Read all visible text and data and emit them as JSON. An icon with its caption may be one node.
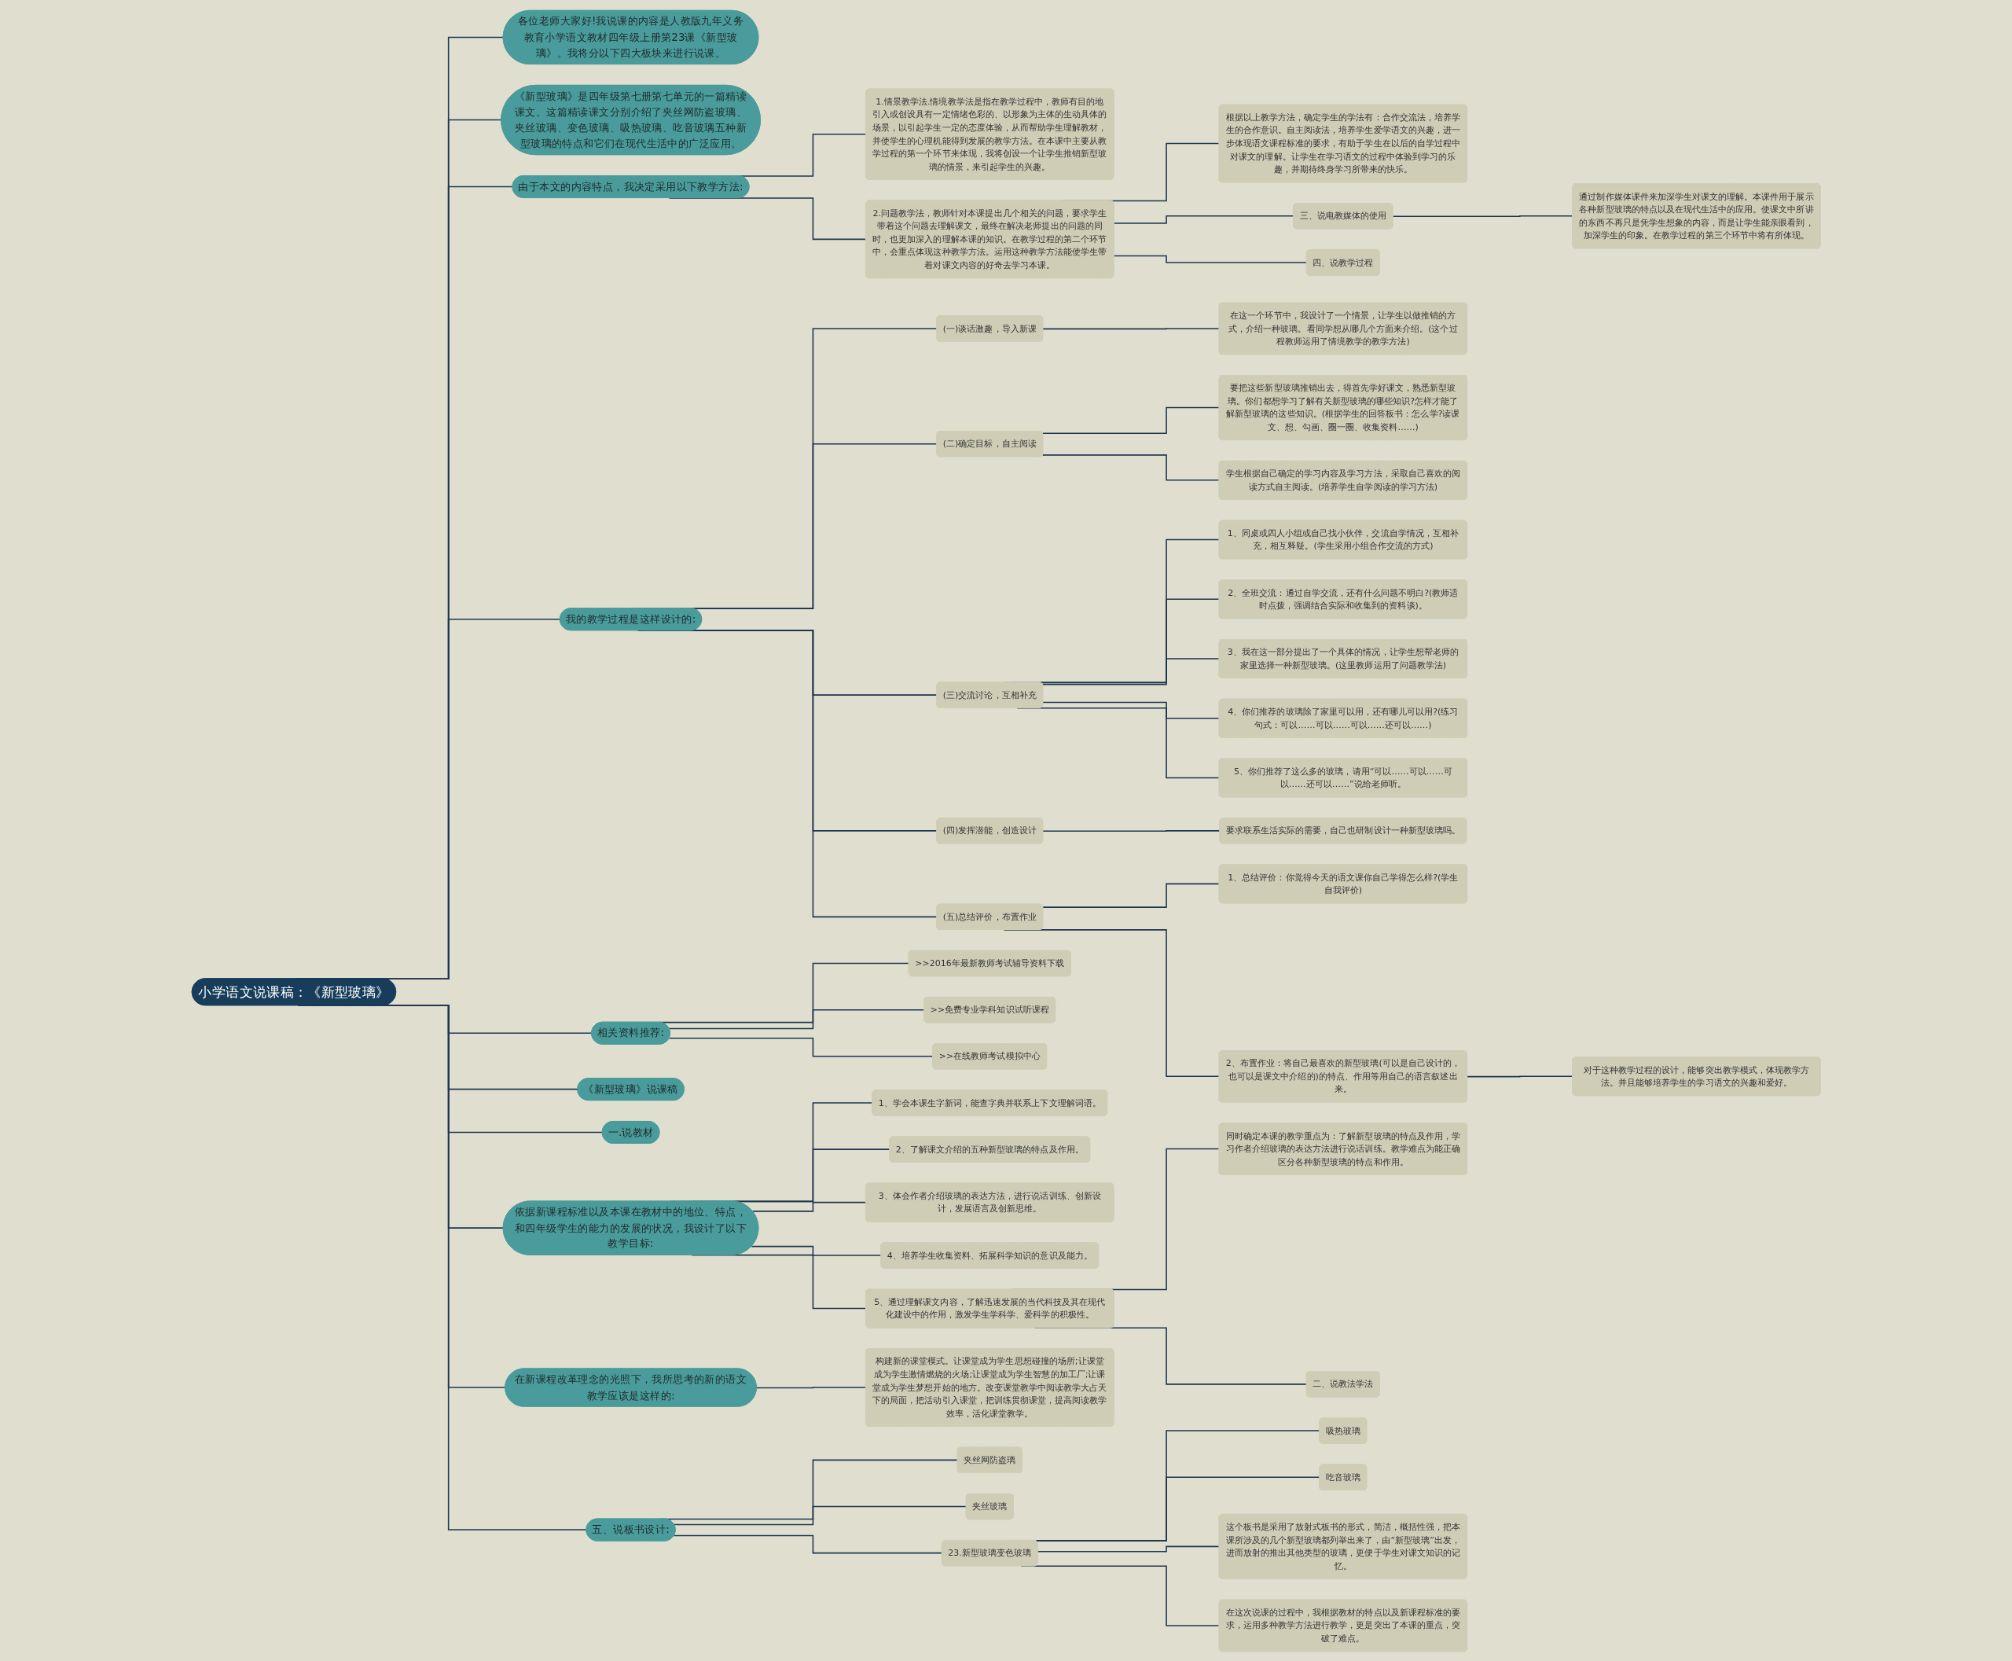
{
  "diagram": {
    "nodes": [
      {
        "text": [
          "小学语文说课稿：《新型玻璃》"
        ]
      },
      {
        "text": [
          "各位老师大家好!我说课的内容是人教版九年义务教育小学语文教材四年级上册第23课《新型玻璃》。我将分以下四大板块来进行说课。"
        ]
      },
      {
        "text": [
          "《新型玻璃》是四年级第七册第七单元的一篇精读课文。这篇精读课文分别介绍了夹丝网防盗玻璃、夹丝玻璃、变色玻璃、吸热玻璃、吃音玻璃五种新型玻璃的特点和它们在现代生活中的广泛应用。"
        ]
      },
      {
        "text": [
          "由于本文的内容特点，我决定采用以下教学方法:"
        ]
      },
      {
        "text": [
          "1.情景教学法.情境教学法是指在教学过程中，教师有目的地引入或创设具有一定情绪色彩的、以形象为主体的生动具体的场景，以引起学生一定的态度体验，从而帮助学生理解教材，并使学生的心理机能得到发展的教学方法。在本课中主要从教学过程的第一个环节来体现，我将创设一个让学生推销新型玻璃的情景，来引起学生的兴趣。"
        ]
      },
      {
        "text": [
          "2.问题教学法，教师针对本课提出几个相关的问题，要求学生带着这个问题去理解课文，最终在解决老师提出的问题的同时，也更加深入的理解本课的知识。在教学过程的第二个环节中，会重点体现这种教学方法。运用这种教学方法能使学生带着对课文内容的好奇去学习本课。"
        ]
      },
      {
        "text": [
          "根据以上教学方法，确定学生的学法有：合作交流法，培养学生的合作意识。自主阅读法，培养学生爱学语文的兴趣，进一步体现语文课程标准的要求，有助于学生在以后的自学过程中对课文的理解。让学生在学习语文的过程中体验到学习的乐趣，并期待终身学习所带来的快乐。"
        ]
      },
      {
        "text": [
          "三、说电教媒体的使用"
        ]
      },
      {
        "text": [
          "通过制作媒体课件来加深学生对课文的理解。本课件用于展示各种新型玻璃的特点以及在现代生活中的应用。使课文中所讲的东西不再只是凭学生想象的内容，而是让学生能亲眼看到，加深学生的印象。在教学过程的第三个环节中将有所体现。"
        ]
      },
      {
        "text": [
          "四、说教学过程"
        ]
      },
      {
        "text": [
          "我的教学过程是这样设计的:"
        ]
      },
      {
        "text": [
          "(一)谈话激趣，导入新课"
        ]
      },
      {
        "text": [
          "在这一个环节中，我设计了一个情景，让学生以做推销的方式，介绍一种玻璃。看同学想从哪几个方面来介绍。(这个过程教师运用了情境教学的教学方法)"
        ]
      },
      {
        "text": [
          "(二)确定目标，自主阅读"
        ]
      },
      {
        "text": [
          "要把这些新型玻璃推销出去，得首先学好课文，熟悉新型玻璃。你们都想学习了解有关新型玻璃的哪些知识?怎样才能了解新型玻璃的这些知识。(根据学生的回答板书：怎么学?读课文、想、勾画、圈一圈、收集资料……)"
        ]
      },
      {
        "text": [
          "学生根据自己确定的学习内容及学习方法，采取自己喜欢的阅读方式自主阅读。(培养学生自学阅读的学习方法)"
        ]
      },
      {
        "text": [
          "(三)交流讨论，互相补充"
        ]
      },
      {
        "text": [
          "1、同桌或四人小组或自己找小伙伴，交流自学情况，互相补充，相互释疑。(学生采用小组合作交流的方式)"
        ]
      },
      {
        "text": [
          "2、全班交流：通过自学交流，还有什么问题不明白?(教师适时点拨，强调结合实际和收集到的资料谈)。"
        ]
      },
      {
        "text": [
          "3、我在这一部分提出了一个具体的情况，让学生想帮老师的家里选择一种新型玻璃。(这里教师运用了问题教学法)"
        ]
      },
      {
        "text": [
          "4、你们推荐的玻璃除了家里可以用，还有哪儿可以用?(练习句式：可以……可以……可以……还可以……)"
        ]
      },
      {
        "text": [
          "5、你们推荐了这么多的玻璃，请用“可以……可以……可以……还可以……”说给老师听。"
        ]
      },
      {
        "text": [
          "(四)发挥潜能，创造设计"
        ]
      },
      {
        "text": [
          "要求联系生活实际的需要，自己也研制设计一种新型玻璃吗。"
        ]
      },
      {
        "text": [
          "(五)总结评价，布置作业"
        ]
      },
      {
        "text": [
          "1、总结评价：你觉得今天的语文课你自己学得怎么样?(学生自我评价)"
        ]
      },
      {
        "text": [
          "2、布置作业：将自己最喜欢的新型玻璃(可以是自己设计的，也可以是课文中介绍的)的特点、作用等用自己的语言叙述出来。"
        ]
      },
      {
        "text": [
          "对于这种教学过程的设计，能够突出教学模式，体现教学方法。并且能够培养学生的学习语文的兴趣和爱好。"
        ]
      },
      {
        "text": [
          "相关资料推荐:"
        ]
      },
      {
        "text": [
          ">>2016年最新教师考试辅导资料下载"
        ]
      },
      {
        "text": [
          ">>免费专业学科知识试听课程"
        ]
      },
      {
        "text": [
          ">>在线教师考试模拟中心"
        ]
      },
      {
        "text": [
          "《新型玻璃》说课稿"
        ]
      },
      {
        "text": [
          "一.说教材"
        ]
      },
      {
        "text": [
          "依据新课程标准以及本课在教材中的地位、特点，和四年级学生的能力的发展的状况，我设计了以下教学目标:"
        ]
      },
      {
        "text": [
          "1、学会本课生字新词，能查字典并联系上下文理解词语。"
        ]
      },
      {
        "text": [
          "2、了解课文介绍的五种新型玻璃的特点及作用。"
        ]
      },
      {
        "text": [
          "3、体会作者介绍玻璃的表达方法，进行说话训练、创新设计，发展语言及创新思维。"
        ]
      },
      {
        "text": [
          "4、培养学生收集资料、拓展科学知识的意识及能力。"
        ]
      },
      {
        "text": [
          "5、通过理解课文内容，了解迅速发展的当代科技及其在现代化建设中的作用，激发学生学科学、爱科学的积极性。"
        ]
      },
      {
        "text": [
          "同时确定本课的教学重点为：了解新型玻璃的特点及作用，学习作者介绍玻璃的表达方法进行说话训练。教学难点为能正确区分各种新型玻璃的特点和作用。"
        ]
      },
      {
        "text": [
          "二、说教法学法"
        ]
      },
      {
        "text": [
          "在新课程改革理念的光照下，我所思考的新的语文教学应该是这样的:"
        ]
      },
      {
        "text": [
          "构建新的课堂模式。让课堂成为学生思想碰撞的场所;让课堂成为学生激情燃烧的火场;让课堂成为学生智慧的加工厂;让课堂成为学生梦想开始的地方。改变课堂教学中阅读教学大占天下的局面，把活动引入课堂，把训练贯彻课堂，提高阅读教学效率，活化课堂教学。"
        ]
      },
      {
        "text": [
          "五、说板书设计:"
        ]
      },
      {
        "text": [
          "夹丝网防盗璃"
        ]
      },
      {
        "text": [
          "夹丝玻璃"
        ]
      },
      {
        "text": [
          "23.新型玻璃变色玻璃"
        ]
      },
      {
        "text": [
          "吸热玻璃"
        ]
      },
      {
        "text": [
          "吃音玻璃"
        ]
      },
      {
        "text": [
          "这个板书是采用了放射式板书的形式，简洁，概括性强，把本课所涉及的几个新型玻璃都列举出来了，由“新型玻璃”出发，进而放射的推出其他类型的玻璃，更便于学生对课文知识的记忆。"
        ]
      },
      {
        "text": [
          "在这次说课的过程中，我根据教材的特点以及新课程标准的要求，运用多种教学方法进行教学，更是突出了本课的重点，突破了难点。"
        ]
      }
    ],
    "edges": [
      {
        "from": 0,
        "to": 1,
        "arrow": "none"
      },
      {
        "from": 0,
        "to": 2,
        "arrow": "none"
      },
      {
        "from": 0,
        "to": 3,
        "arrow": "none"
      },
      {
        "from": 3,
        "to": 4,
        "arrow": "none"
      },
      {
        "from": 3,
        "to": 5,
        "arrow": "none"
      },
      {
        "from": 5,
        "to": 6,
        "arrow": "none"
      },
      {
        "from": 5,
        "to": 7,
        "arrow": "none"
      },
      {
        "from": 7,
        "to": 8,
        "arrow": "none"
      },
      {
        "from": 5,
        "to": 9,
        "arrow": "none"
      },
      {
        "from": 0,
        "to": 10,
        "arrow": "none"
      },
      {
        "from": 10,
        "to": 11,
        "arrow": "none"
      },
      {
        "from": 11,
        "to": 12,
        "arrow": "none"
      },
      {
        "from": 10,
        "to": 13,
        "arrow": "none"
      },
      {
        "from": 13,
        "to": 14,
        "arrow": "none"
      },
      {
        "from": 13,
        "to": 15,
        "arrow": "none"
      },
      {
        "from": 10,
        "to": 16,
        "arrow": "none"
      },
      {
        "from": 16,
        "to": 17,
        "arrow": "none"
      },
      {
        "from": 16,
        "to": 18,
        "arrow": "none"
      },
      {
        "from": 16,
        "to": 19,
        "arrow": "none"
      },
      {
        "from": 16,
        "to": 20,
        "arrow": "none"
      },
      {
        "from": 16,
        "to": 21,
        "arrow": "none"
      },
      {
        "from": 10,
        "to": 22,
        "arrow": "none"
      },
      {
        "from": 22,
        "to": 23,
        "arrow": "none"
      },
      {
        "from": 10,
        "to": 24,
        "arrow": "none"
      },
      {
        "from": 24,
        "to": 25,
        "arrow": "none"
      },
      {
        "from": 24,
        "to": 26,
        "arrow": "none"
      },
      {
        "from": 26,
        "to": 27,
        "arrow": "none"
      },
      {
        "from": 0,
        "to": 28,
        "arrow": "none"
      },
      {
        "from": 28,
        "to": 29,
        "arrow": "none"
      },
      {
        "from": 28,
        "to": 30,
        "arrow": "none"
      },
      {
        "from": 28,
        "to": 31,
        "arrow": "none"
      },
      {
        "from": 0,
        "to": 32,
        "arrow": "none"
      },
      {
        "from": 0,
        "to": 33,
        "arrow": "none"
      },
      {
        "from": 0,
        "to": 34,
        "arrow": "none"
      },
      {
        "from": 34,
        "to": 35,
        "arrow": "none"
      },
      {
        "from": 34,
        "to": 36,
        "arrow": "none"
      },
      {
        "from": 34,
        "to": 37,
        "arrow": "none"
      },
      {
        "from": 34,
        "to": 38,
        "arrow": "none"
      },
      {
        "from": 34,
        "to": 39,
        "arrow": "none"
      },
      {
        "from": 39,
        "to": 40,
        "arrow": "none"
      },
      {
        "from": 39,
        "to": 41,
        "arrow": "none"
      },
      {
        "from": 0,
        "to": 42,
        "arrow": "none"
      },
      {
        "from": 42,
        "to": 43,
        "arrow": "none"
      },
      {
        "from": 0,
        "to": 44,
        "arrow": "none"
      },
      {
        "from": 44,
        "to": 45,
        "arrow": "none"
      },
      {
        "from": 44,
        "to": 46,
        "arrow": "none"
      },
      {
        "from": 44,
        "to": 47,
        "arrow": "none"
      },
      {
        "from": 47,
        "to": 48,
        "arrow": "none"
      },
      {
        "from": 47,
        "to": 49,
        "arrow": "none"
      },
      {
        "from": 47,
        "to": 50,
        "arrow": "none"
      },
      {
        "from": 47,
        "to": 51,
        "arrow": "none"
      }
    ]
  }
}
